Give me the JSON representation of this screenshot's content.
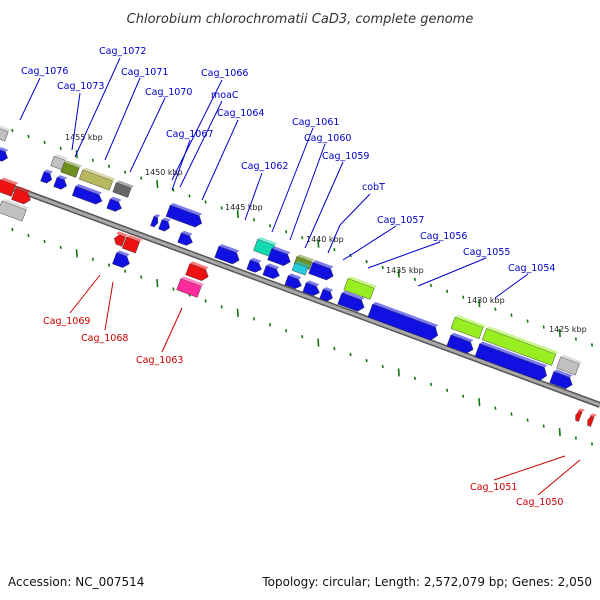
{
  "title": "Chlorobium chlorochromatii CaD3, complete genome",
  "footer": {
    "accession": "Accession: NC_007514",
    "summary": "Topology: circular; Length: 2,572,079 bp; Genes: 2,050"
  },
  "colors": {
    "forward_label": "#0000cc",
    "reverse_label": "#cc0000",
    "cds": "#0000dd",
    "rna": "#ee0000",
    "tick": "#117711",
    "backbone": "#808080"
  },
  "ticks": [
    {
      "kbp": 1455,
      "label": "1455 kbp"
    },
    {
      "kbp": 1450,
      "label": "1450 kbp"
    },
    {
      "kbp": 1445,
      "label": "1445 kbp"
    },
    {
      "kbp": 1440,
      "label": "1440 kbp"
    },
    {
      "kbp": 1435,
      "label": "1435 kbp"
    },
    {
      "kbp": 1430,
      "label": "1430 kbp"
    },
    {
      "kbp": 1425,
      "label": "1425 kbp"
    }
  ],
  "gene_labels_forward": [
    "Cag_1076",
    "Cag_1073",
    "Cag_1072",
    "Cag_1071",
    "Cag_1070",
    "Cag_1066",
    "moaC",
    "Cag_1067",
    "Cag_1064",
    "Cag_1062",
    "Cag_1061",
    "Cag_1060",
    "Cag_1059",
    "cobT",
    "Cag_1057",
    "Cag_1056",
    "Cag_1055",
    "Cag_1054"
  ],
  "gene_labels_reverse": [
    "Cag_1069",
    "Cag_1068",
    "Cag_1063",
    "Cag_1051",
    "Cag_1050"
  ]
}
